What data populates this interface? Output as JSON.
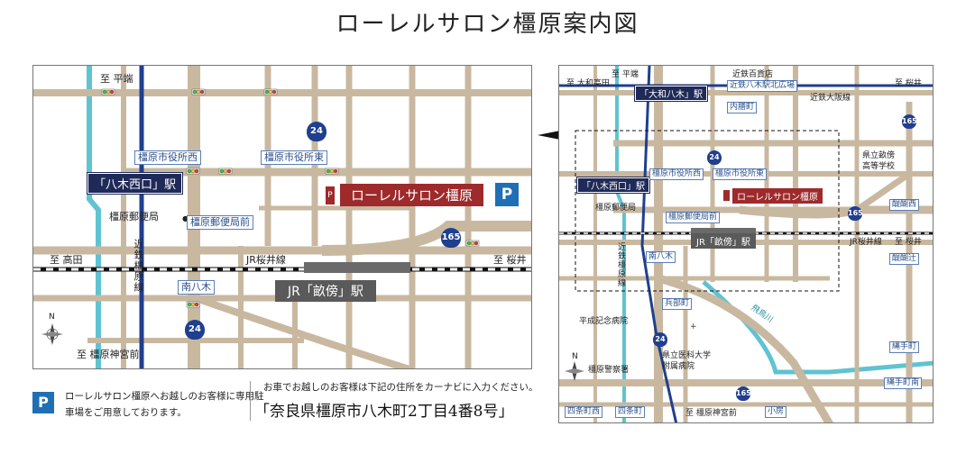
{
  "title": "ローレルサロン橿原案内図",
  "left_map": {
    "to_hirabata": "至 平端",
    "to_takada": "至 高田",
    "to_sakurai": "至 桜井",
    "to_kashihara_jingumae": "至 橿原神宮前",
    "station_yagi_nishiguchi": "「八木西口」駅",
    "station_unebi": "JR「畝傍」駅",
    "line_jr_sakurai": "JR桜井線",
    "line_kintetsu_kashihara": "近鉄橿原線",
    "post_office": "橿原郵便局",
    "bus_stops": [
      "橿原市役所西",
      "橿原市役所東",
      "橿原郵便局前",
      "南八木"
    ],
    "salon_name": "ローレルサロン橿原",
    "parking": "P",
    "route_24": "24",
    "route_165": "165",
    "compass_n": "N"
  },
  "right_map": {
    "to_hirabata": "至 平端",
    "to_osaka": "至 大和高田",
    "to_sakurai_top": "至 桜井",
    "to_sakurai_mid": "至 桜井",
    "to_kashihara_jingumae": "至 橿原神宮前",
    "station_yamato_yagi": "「大和八木」駅",
    "station_yagi_nishiguchi": "「八木西口」駅",
    "station_unebi": "JR「畝傍」駅",
    "line_kintetsu_osaka": "近鉄大阪線",
    "line_jr_sakurai": "JR桜井線",
    "line_kintetsu_kashihara": "近鉄橿原線",
    "kintetsu_dept": "近鉄百貨店",
    "bus_stops": [
      "近鉄八木駅北広場",
      "内膳町",
      "橿原市役所西",
      "橿原市役所東",
      "橿原郵便局前",
      "南八木",
      "兵部町",
      "醍醐西",
      "醍醐辻",
      "縄手町",
      "縄手町南",
      "四条町西",
      "四条町",
      "小房"
    ],
    "post_office": "橿原郵便局",
    "salon_name": "ローレルサロン橿原",
    "school": "県立畝傍\n高等学校",
    "heisei_hospital": "平成記念病院",
    "police": "橿原警察署",
    "medical_univ": "県立医科大学\n附属病院",
    "river": "飛鳥川",
    "route_24a": "24",
    "route_24b": "24",
    "route_165a": "165",
    "route_165b": "165",
    "route_165c": "165",
    "compass_n": "N"
  },
  "notice": {
    "parking_symbol": "P",
    "parking_text": "ローレルサロン橿原へお越しのお客様に専用駐車場をご用意しております。",
    "navi_note": "お車でお越しのお客様は下記の住所をカーナビに入力ください。",
    "address": "「奈良県橿原市八木町2丁目4番8号」"
  },
  "colors": {
    "road": "#c9b8a0",
    "kintetsu": "#1f3f8f",
    "river": "#5fc3d1",
    "salon_red": "#9e2a2b",
    "station_navy": "#1f2a58",
    "parking_blue": "#1f6fb4"
  }
}
